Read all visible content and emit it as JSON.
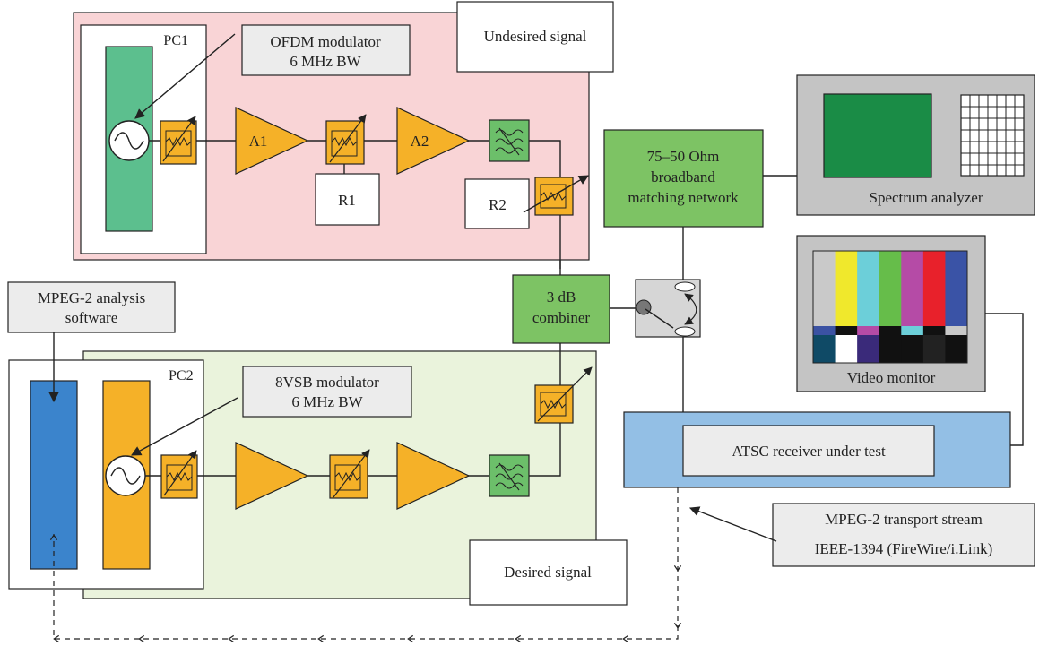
{
  "labels": {
    "pc1": "PC1",
    "pc2": "PC2",
    "ofdm_line1": "OFDM modulator",
    "ofdm_line2": "6 MHz BW",
    "undesired": "Undesired signal",
    "a1": "A1",
    "a2": "A2",
    "r1": "R1",
    "r2": "R2",
    "matching_line1": "75–50 Ohm",
    "matching_line2": "broadband",
    "matching_line3": "matching network",
    "spectrum": "Spectrum analyzer",
    "video": "Video monitor",
    "combiner_line1": "3 dB",
    "combiner_line2": "combiner",
    "mpeg_sw_line1": "MPEG-2 analysis",
    "mpeg_sw_line2": "software",
    "vsb_line1": "8VSB modulator",
    "vsb_line2": "6 MHz BW",
    "atsc": "ATSC receiver under test",
    "ts_line1": "MPEG-2 transport stream",
    "ts_line2": "IEEE-1394 (FireWire/i.Link)",
    "desired": "Desired signal"
  },
  "colors": {
    "undesired_region": "#f9d4d6",
    "desired_region": "#eaf3dc",
    "ofdm_card": "#5cbf8e",
    "amplifier": "#f5b128",
    "filter": "#6cbf6a",
    "matching": "#7dc364",
    "analyzer_frame": "#c4c4c4",
    "analyzer_screen": "#1a8c46",
    "receiver": "#93bfe5",
    "mpeg_card": "#3b84cc",
    "note_fill": "#ececec"
  },
  "color_bars": [
    "#c9c9c9",
    "#f0e82c",
    "#6ccfd9",
    "#66bd4a",
    "#b54ba6",
    "#e8212b",
    "#3a53a6"
  ],
  "color_bars_mid": [
    "#3b52a3",
    "#111111",
    "#b54ba6",
    "#111111",
    "#6ccfd9",
    "#111111",
    "#c9c9c9"
  ],
  "color_bars_bottom": [
    "#0f4a66",
    "#ffffff",
    "#3a2a7a",
    "#111111",
    "#111111",
    "#222222",
    "#111111"
  ]
}
